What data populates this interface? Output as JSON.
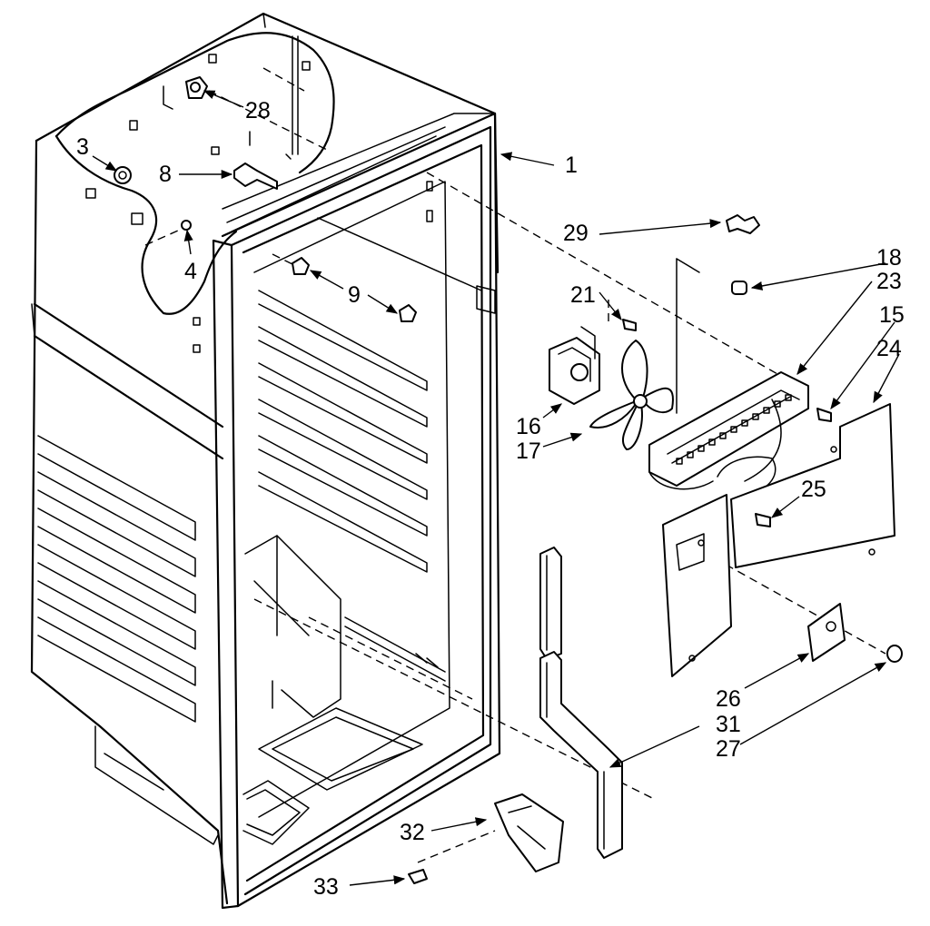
{
  "callouts": [
    {
      "id": "1",
      "label": "1"
    },
    {
      "id": "3",
      "label": "3"
    },
    {
      "id": "4",
      "label": "4"
    },
    {
      "id": "8",
      "label": "8"
    },
    {
      "id": "9",
      "label": "9"
    },
    {
      "id": "15",
      "label": "15"
    },
    {
      "id": "16",
      "label": "16"
    },
    {
      "id": "17",
      "label": "17"
    },
    {
      "id": "18",
      "label": "18"
    },
    {
      "id": "21",
      "label": "21"
    },
    {
      "id": "23",
      "label": "23"
    },
    {
      "id": "24",
      "label": "24"
    },
    {
      "id": "25",
      "label": "25"
    },
    {
      "id": "26",
      "label": "26"
    },
    {
      "id": "27",
      "label": "27"
    },
    {
      "id": "28",
      "label": "28"
    },
    {
      "id": "29",
      "label": "29"
    },
    {
      "id": "31",
      "label": "31"
    },
    {
      "id": "32",
      "label": "32"
    },
    {
      "id": "33",
      "label": "33"
    }
  ]
}
